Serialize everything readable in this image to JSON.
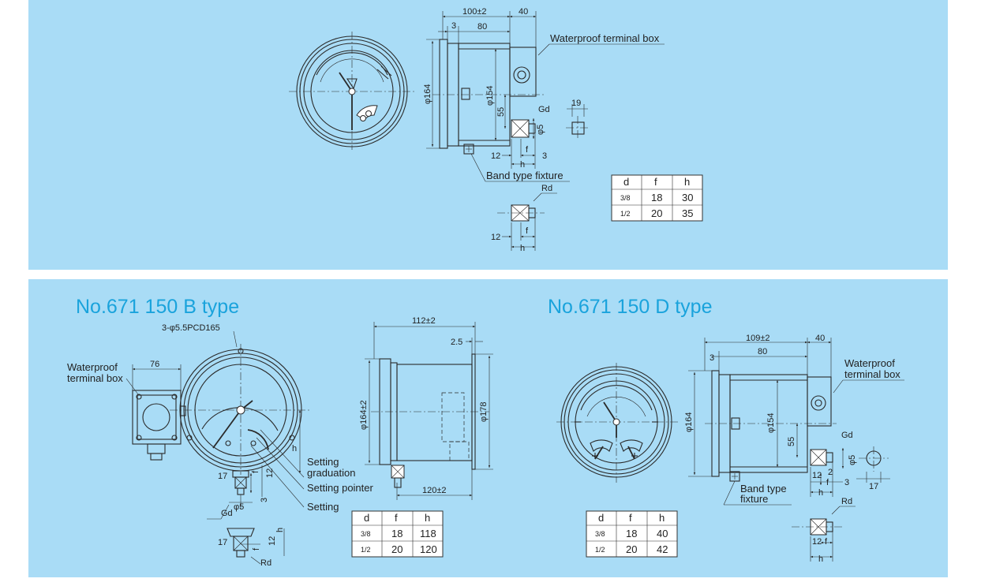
{
  "top": {
    "dims": {
      "d100": "100±2",
      "d40": "40",
      "d3": "3",
      "d80": "80",
      "d164": "φ164",
      "d154": "φ154",
      "d55": "55",
      "gd": "Gd",
      "d5": "φ5",
      "d19": "19",
      "d12": "12",
      "df": "f",
      "dh": "h",
      "d3b": "3",
      "rd": "Rd",
      "d12b": "12",
      "dfb": "f",
      "dhb": "h"
    },
    "labels": {
      "waterproof": "Waterproof terminal box",
      "band": "Band type fixture"
    },
    "table": {
      "headers": [
        "d",
        "f",
        "h"
      ],
      "rows": [
        [
          "3/8",
          "18",
          "30"
        ],
        [
          "1/2",
          "20",
          "35"
        ]
      ]
    }
  },
  "b_type": {
    "title": "No.671 150 B type",
    "labels": {
      "pcd": "3-φ5.5PCD165",
      "waterproof1": "Waterproof",
      "waterproof2": "terminal box",
      "setting_grad1": "Setting",
      "setting_grad2": "graduation",
      "setting_pointer": "Setting pointer",
      "setting": "Setting"
    },
    "dims": {
      "d76": "76",
      "d112": "112±2",
      "d25": "2.5",
      "d164": "φ164±2",
      "d178": "φ178",
      "d120": "120±2",
      "d17": "17",
      "df": "f",
      "d12": "12",
      "d3": "3",
      "d5": "φ5",
      "gd": "Gd",
      "dh": "h",
      "d17b": "17",
      "dfb": "f",
      "d12b": "12",
      "dhb": "h",
      "rd": "Rd"
    },
    "table": {
      "headers": [
        "d",
        "f",
        "h"
      ],
      "rows": [
        [
          "3/8",
          "18",
          "118"
        ],
        [
          "1/2",
          "20",
          "120"
        ]
      ]
    }
  },
  "d_type": {
    "title": "No.671 150 D type",
    "labels": {
      "waterproof1": "Waterproof",
      "waterproof2": "terminal box",
      "band1": "Band type",
      "band2": "fixture"
    },
    "dims": {
      "d109": "109±2",
      "d40": "40",
      "d3": "3",
      "d80": "80",
      "d164": "φ164",
      "d154": "φ154",
      "d55": "55",
      "gd": "Gd",
      "d5": "φ5",
      "d12": "12",
      "d2": "2",
      "d3b": "3",
      "df": "f",
      "dh": "h",
      "d17": "17",
      "rd": "Rd",
      "d12b": "12",
      "dfb": "f",
      "dhb": "h"
    },
    "table": {
      "headers": [
        "d",
        "f",
        "h"
      ],
      "rows": [
        [
          "3/8",
          "18",
          "40"
        ],
        [
          "1/2",
          "20",
          "42"
        ]
      ]
    }
  }
}
